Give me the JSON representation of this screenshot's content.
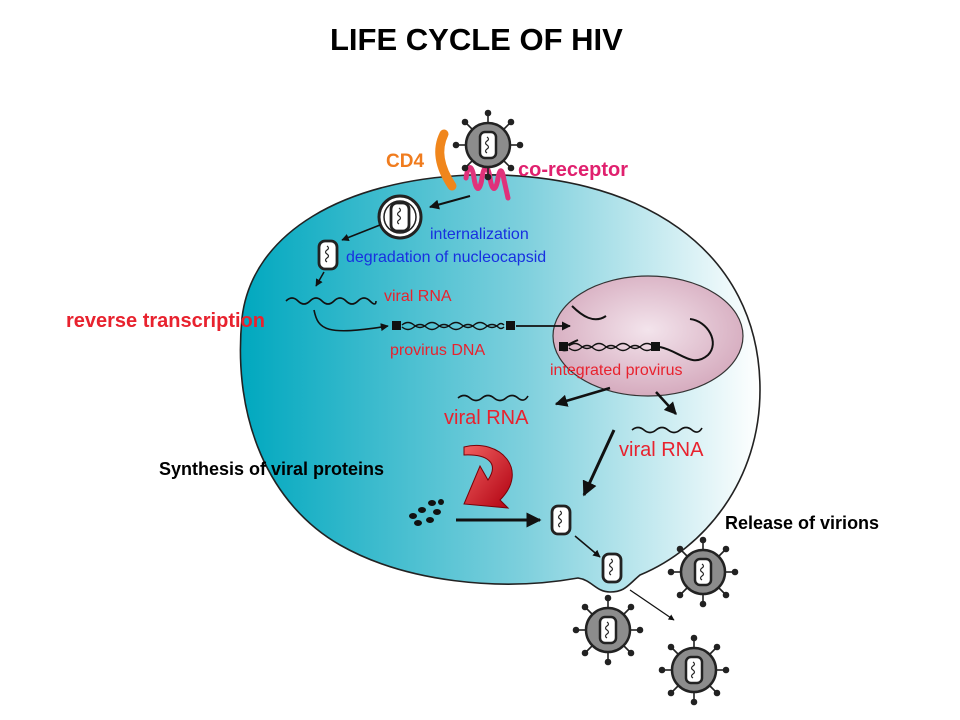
{
  "title": "LIFE CYCLE OF HIV",
  "labels": {
    "cd4": "CD4",
    "coreceptor": "co-receptor",
    "internalization": "internalization",
    "degradation": "degradation of nucleocapsid",
    "viral_rna_1": "viral RNA",
    "reverse_transcription": "reverse transcription",
    "provirus_dna": "provirus DNA",
    "integrated_provirus": "integrated provirus",
    "viral_rna_2": "viral RNA",
    "viral_rna_3": "viral RNA",
    "synthesis": "Synthesis of viral proteins",
    "release": "Release of virions"
  },
  "colors": {
    "cd4_text": "#f07c1e",
    "cd4_receptor": "#f0861c",
    "coreceptor_text": "#e0206e",
    "coreceptor_line": "#e0327a",
    "red_text": "#e8222e",
    "blue_text": "#1730e0",
    "cell_teal": "#00a8bf",
    "nucleus_pink": "#d8a8bc",
    "virion_gray": "#8c8c8c"
  }
}
